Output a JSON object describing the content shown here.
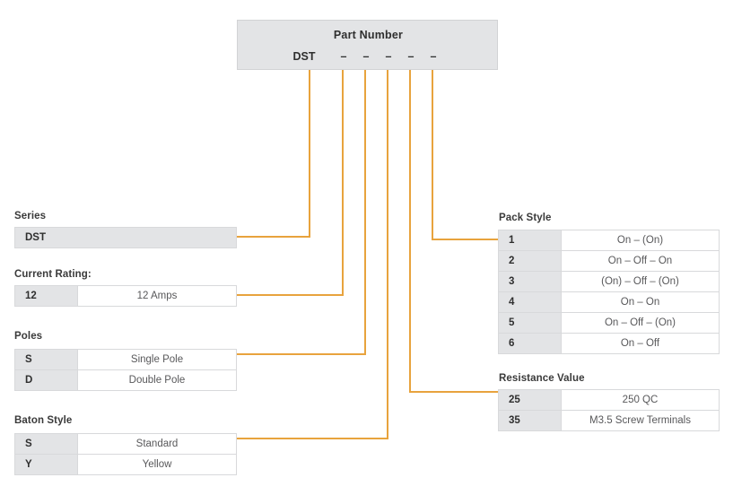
{
  "part_number": {
    "title": "Part Number",
    "prefix": "DST",
    "separators": [
      "–",
      "–",
      "–",
      "–",
      "–"
    ]
  },
  "accent_color": "#e8a33d",
  "header_fill": "#e3e4e6",
  "sections": {
    "series": {
      "heading": "Series",
      "rows": [
        {
          "code": "DST",
          "desc": ""
        }
      ]
    },
    "current_rating": {
      "heading": "Current Rating:",
      "rows": [
        {
          "code": "12",
          "desc": "12 Amps"
        }
      ]
    },
    "poles": {
      "heading": "Poles",
      "rows": [
        {
          "code": "S",
          "desc": "Single Pole"
        },
        {
          "code": "D",
          "desc": "Double Pole"
        }
      ]
    },
    "baton_style": {
      "heading": "Baton Style",
      "rows": [
        {
          "code": "S",
          "desc": "Standard"
        },
        {
          "code": "Y",
          "desc": "Yellow"
        }
      ]
    },
    "pack_style": {
      "heading": "Pack Style",
      "rows": [
        {
          "code": "1",
          "desc": "On – (On)"
        },
        {
          "code": "2",
          "desc": "On – Off – On"
        },
        {
          "code": "3",
          "desc": "(On) – Off – (On)"
        },
        {
          "code": "4",
          "desc": "On – On"
        },
        {
          "code": "5",
          "desc": "On – Off – (On)"
        },
        {
          "code": "6",
          "desc": "On – Off"
        }
      ]
    },
    "resistance_value": {
      "heading": "Resistance Value",
      "rows": [
        {
          "code": "25",
          "desc": "250 QC"
        },
        {
          "code": "35",
          "desc": "M3.5 Screw Terminals"
        }
      ]
    }
  }
}
